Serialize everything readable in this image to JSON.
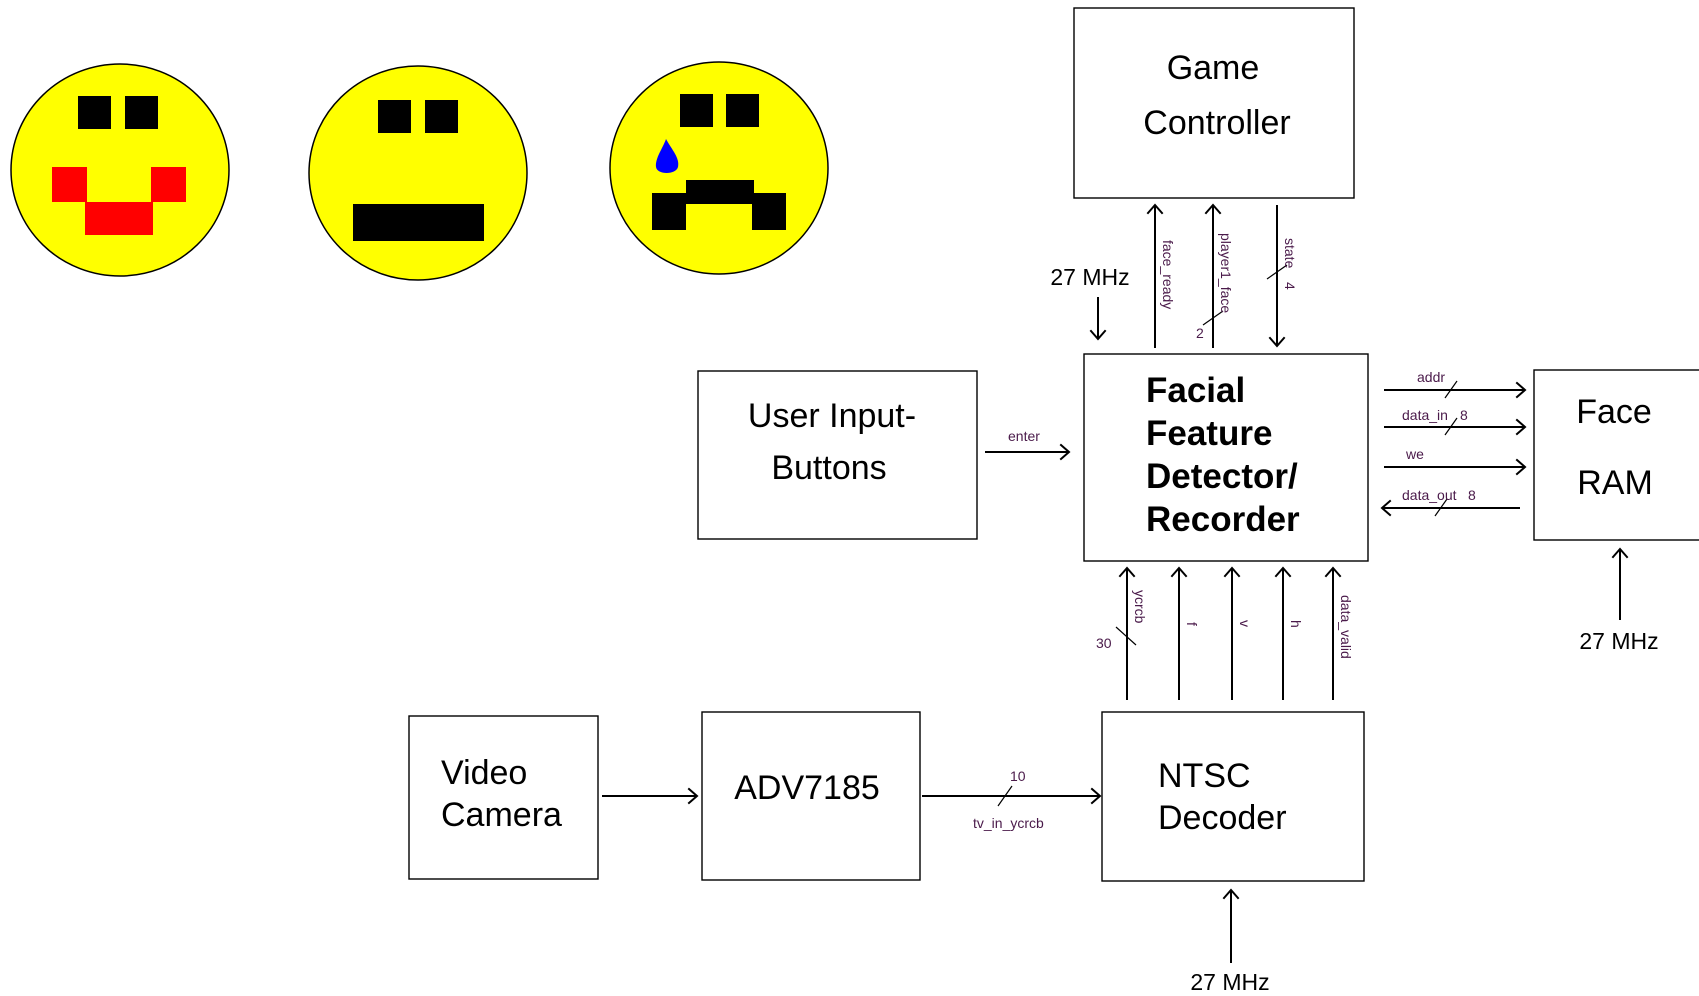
{
  "blocks": {
    "game_controller": [
      "Game",
      "Controller"
    ],
    "user_input": [
      "User Input-",
      "Buttons"
    ],
    "detector": [
      "Facial",
      "Feature",
      "Detector/",
      "Recorder"
    ],
    "face_ram": [
      "Face",
      "RAM"
    ],
    "video_camera": [
      "Video",
      "Camera"
    ],
    "adv": "ADV7185",
    "ntsc": [
      "NTSC",
      "Decoder"
    ]
  },
  "signals": {
    "face_ready": "face_ready",
    "player1_face": "player1_face",
    "player1_face_width": "2",
    "state": "state",
    "state_width": "4",
    "enter": "enter",
    "addr": "addr",
    "data_in": "data_in",
    "data_in_width": "8",
    "we": "we",
    "data_out": "data_out",
    "data_out_width": "8",
    "ycrcb": "ycrcb",
    "ycrcb_width": "30",
    "f": "f",
    "v": "v",
    "h": "h",
    "data_valid": "data_valid",
    "tv_in_ycrcb": "tv_in_ycrcb",
    "tv_in_width": "10"
  },
  "clocks": {
    "detector_clock": "27 MHz",
    "ram_clock": "27 MHz",
    "ntsc_clock": "27 MHz"
  },
  "faces": [
    {
      "expression": "happy",
      "fill": "#ffff00",
      "mouth_color": "#ff0000"
    },
    {
      "expression": "neutral",
      "fill": "#ffff00",
      "mouth_color": "#000000"
    },
    {
      "expression": "sad",
      "fill": "#ffff00",
      "mouth_color": "#000000",
      "tear_color": "#0000ff"
    }
  ]
}
